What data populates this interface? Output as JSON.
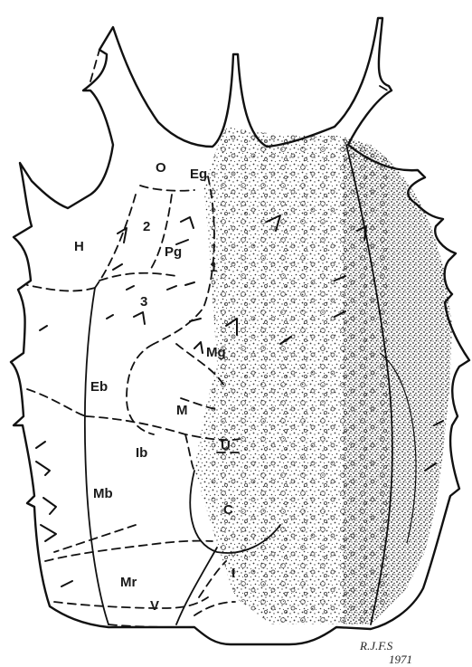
{
  "diagram": {
    "region_labels": {
      "O": "O",
      "Eg": "Eg",
      "H": "H",
      "two": "2",
      "Pg": "Pg",
      "one": "1",
      "three": "3",
      "Mg": "Mg",
      "Eb": "Eb",
      "M": "M",
      "Ib": "Ib",
      "U": "U",
      "Mb": "Mb",
      "C": "C",
      "I": "I",
      "Mr": "Mr",
      "V": "V"
    },
    "signature": {
      "initials": "R.J.F.S",
      "year": "1971"
    }
  }
}
